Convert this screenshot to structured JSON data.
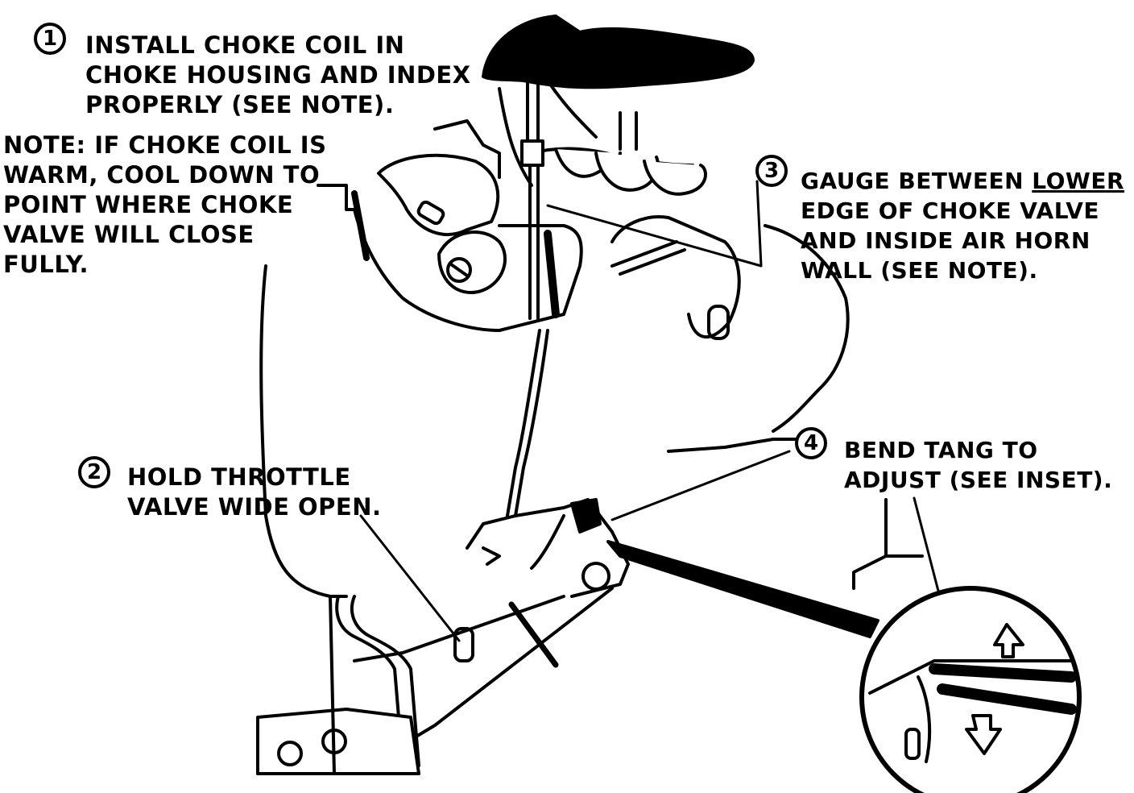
{
  "colors": {
    "ink": "#000000",
    "paper": "#ffffff"
  },
  "callouts": [
    {
      "number": "1",
      "lines": [
        "INSTALL CHOKE COIL IN",
        "CHOKE HOUSING AND INDEX",
        "PROPERLY (SEE NOTE)."
      ]
    },
    {
      "number": "2",
      "lines": [
        "HOLD THROTTLE",
        "VALVE WIDE OPEN."
      ]
    },
    {
      "number": "3",
      "lines": [
        "GAUGE BETWEEN ",
        "EDGE OF CHOKE VALVE",
        "AND INSIDE AIR HORN",
        "WALL (SEE NOTE)."
      ],
      "emphasis": "LOWER"
    },
    {
      "number": "4",
      "lines": [
        "BEND TANG TO",
        "ADJUST  (SEE INSET)."
      ]
    }
  ],
  "note": {
    "lines": [
      "NOTE: IF CHOKE COIL IS",
      "WARM, COOL DOWN TO",
      "POINT WHERE CHOKE",
      "VALVE  WILL CLOSE",
      "FULLY."
    ]
  }
}
